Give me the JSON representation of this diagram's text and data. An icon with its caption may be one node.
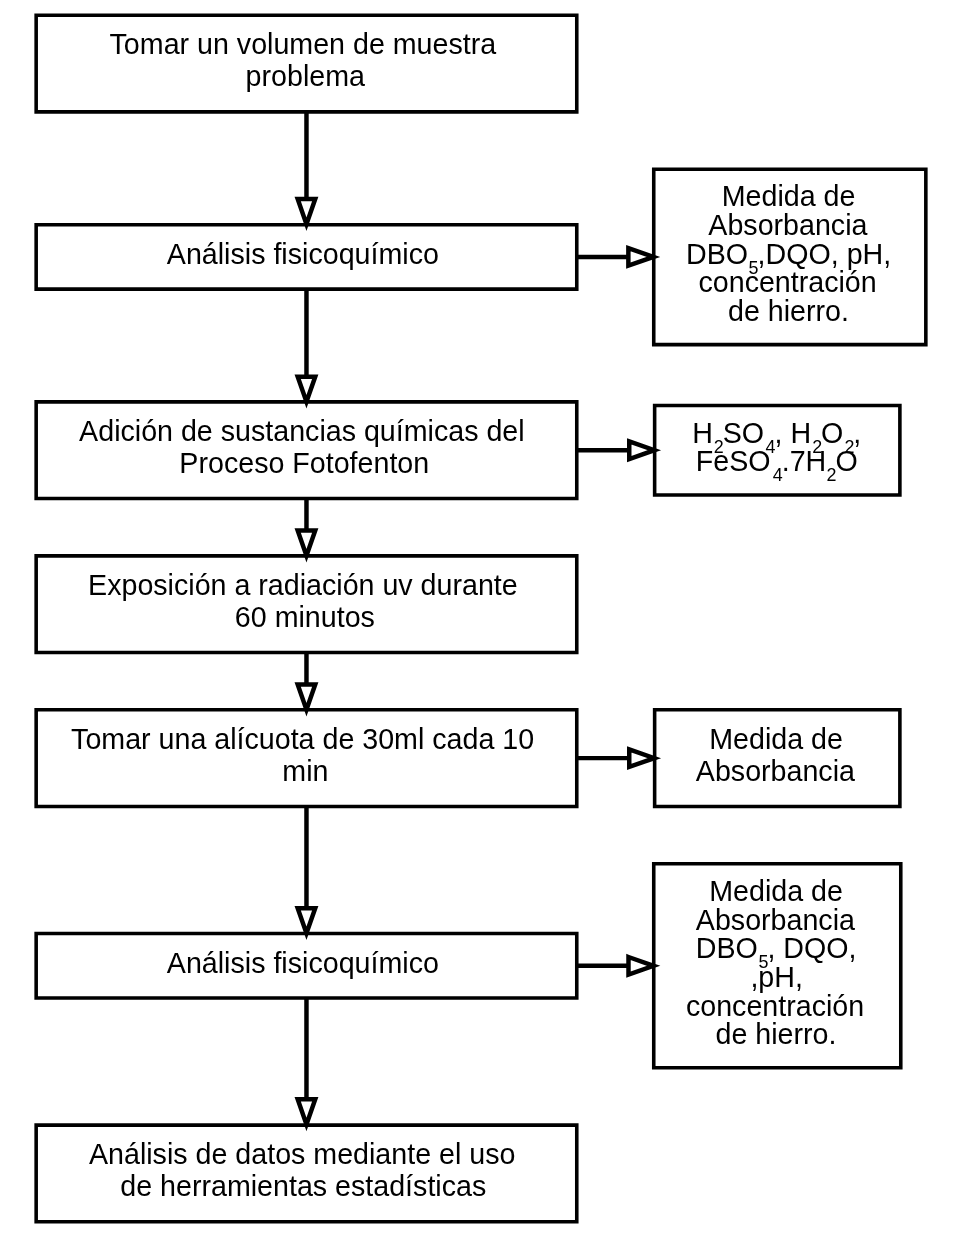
{
  "diagram": {
    "nodes": [
      {
        "text": [
          "Tomar un volumen de muestra problema"
        ]
      },
      {
        "text": [
          "Medida de Absorbancia DBO$_{5}$,DQO, pH, concentración de hierro."
        ]
      },
      {
        "text": [
          "Análisis fisicoquímico"
        ]
      },
      {
        "text": [
          "Adición de sustancias químicas del Proceso Fotofenton"
        ]
      },
      {
        "text": [
          "H$_{2}$SO$_{4}$, H$_{2}$O$_{2}$, FeSO$_{4}$.7H$_{2}$O"
        ]
      },
      {
        "text": [
          "Exposición a radiación uv durante 60 minutos"
        ]
      },
      {
        "text": [
          "Tomar una alícuota de 30ml cada 10 min"
        ]
      },
      {
        "text": [
          "Medida de Absorbancia"
        ]
      },
      {
        "text": [
          "Análisis fisicoquímico"
        ]
      },
      {
        "text": [
          "Medida de Absorbancia DBO$_{5}$, DQO, ,pH, concentración de hierro."
        ]
      },
      {
        "text": [
          "Análisis de datos mediante el uso de herramientas estadísticas"
        ]
      }
    ],
    "edges": [
      {
        "from": 0,
        "to": 2,
        "arrow": "to"
      },
      {
        "from": 2,
        "to": 1,
        "arrow": "to"
      },
      {
        "from": 2,
        "to": 3,
        "arrow": "to"
      },
      {
        "from": 3,
        "to": 4,
        "arrow": "to"
      },
      {
        "from": 3,
        "to": 5,
        "arrow": "to"
      },
      {
        "from": 5,
        "to": 6,
        "arrow": "to"
      },
      {
        "from": 6,
        "to": 7,
        "arrow": "to"
      },
      {
        "from": 6,
        "to": 8,
        "arrow": "to"
      },
      {
        "from": 8,
        "to": 9,
        "arrow": "to"
      },
      {
        "from": 8,
        "to": 10,
        "arrow": "to"
      }
    ]
  }
}
